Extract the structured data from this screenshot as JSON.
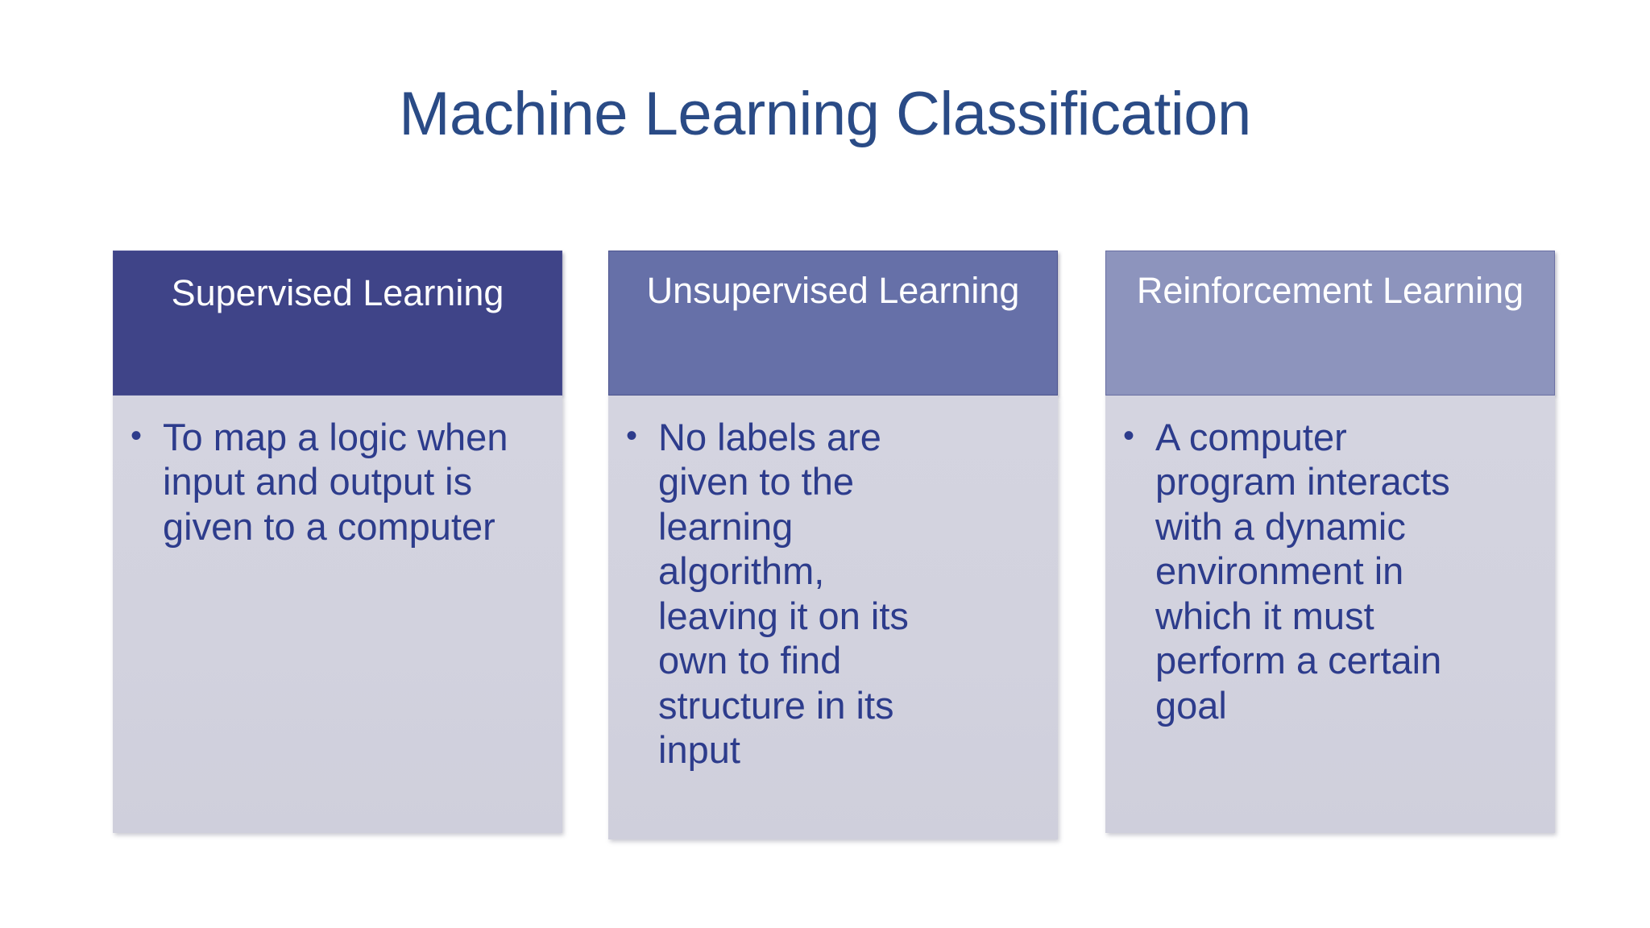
{
  "slide": {
    "title": "Machine Learning Classification",
    "background_color": "#ffffff",
    "title_color": "#2a4b86"
  },
  "cards": [
    {
      "id": "supervised-learning",
      "header": "Supervised Learning",
      "header_color": "#3f4488",
      "body_color": "#d2d2de",
      "text_color": "#2d3c8c",
      "bullet_glyph": "•",
      "bullets": [
        "To map a logic when input and output is given to a computer"
      ]
    },
    {
      "id": "unsupervised-learning",
      "header": "Unsupervised Learning",
      "header_color": "#6670a8",
      "body_color": "#d2d2de",
      "text_color": "#2d3c8c",
      "bullet_glyph": "•",
      "bullets": [
        "No labels are given to the learning algorithm, leaving it on its own to find structure in its input"
      ]
    },
    {
      "id": "reinforcement-learning",
      "header": "Reinforcement Learning",
      "header_color": "#8d94bd",
      "body_color": "#d2d2de",
      "text_color": "#2d3c8c",
      "bullet_glyph": "•",
      "bullets": [
        "A computer program interacts with a dynamic environment in which it must perform a certain goal"
      ]
    }
  ]
}
